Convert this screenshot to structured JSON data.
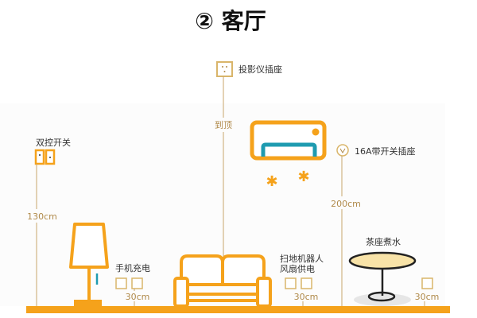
{
  "title": "② 客厅",
  "labels": {
    "projector_outlet": "投影仪插座",
    "to_ceiling": "到顶",
    "dual_switch": "双控开关",
    "switch_height": "130cm",
    "phone_charging": "手机充电",
    "phone_height": "30cm",
    "outlet_16a": "16A带开关插座",
    "ac_height": "200cm",
    "robot_line1": "扫地机器人",
    "robot_line2": "风扇供电",
    "robot_height": "30cm",
    "tea": "茶座煮水",
    "tea_height": "30cm"
  },
  "colors": {
    "accent": "#F5A21B",
    "teal": "#1E9BB0",
    "line": "#C9A66B",
    "outlet": "#D9B56A"
  }
}
